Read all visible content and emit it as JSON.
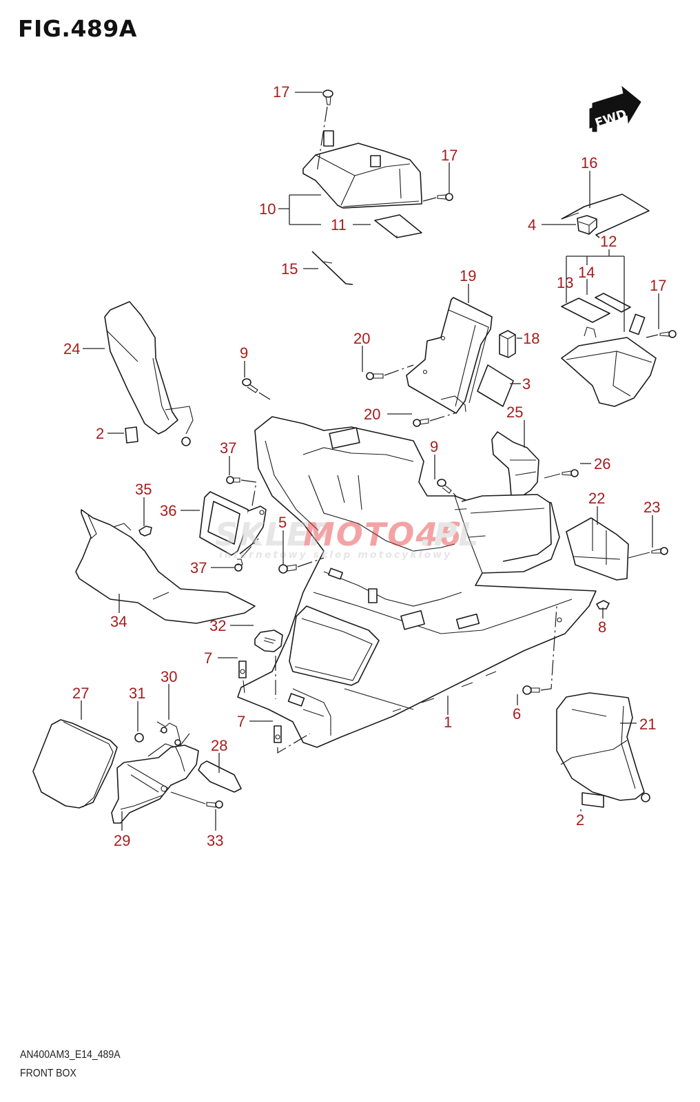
{
  "figure": {
    "title": "FIG.489A",
    "code": "AN400AM3_E14_489A",
    "name": "FRONT BOX"
  },
  "fwd_badge": {
    "label": "FWD",
    "icon": "forward-arrow-icon"
  },
  "watermark": {
    "part1": "SKLEP",
    "part2": "MOTO46",
    "part3": ".PL",
    "tagline": "internetowy sklep motocyklowy",
    "accent_color": "#e8363a"
  },
  "callout_color": "#a61c1c",
  "callouts": [
    {
      "id": "c17a",
      "label": "17"
    },
    {
      "id": "c17b",
      "label": "17"
    },
    {
      "id": "c10",
      "label": "10"
    },
    {
      "id": "c11",
      "label": "11"
    },
    {
      "id": "c15",
      "label": "15"
    },
    {
      "id": "c16",
      "label": "16"
    },
    {
      "id": "c4",
      "label": "4"
    },
    {
      "id": "c12",
      "label": "12"
    },
    {
      "id": "c13",
      "label": "13"
    },
    {
      "id": "c14",
      "label": "14"
    },
    {
      "id": "c17c",
      "label": "17"
    },
    {
      "id": "c19",
      "label": "19"
    },
    {
      "id": "c18",
      "label": "18"
    },
    {
      "id": "c20a",
      "label": "20"
    },
    {
      "id": "c3",
      "label": "3"
    },
    {
      "id": "c20b",
      "label": "20"
    },
    {
      "id": "c24",
      "label": "24"
    },
    {
      "id": "c2a",
      "label": "2"
    },
    {
      "id": "c9a",
      "label": "9"
    },
    {
      "id": "c25",
      "label": "25"
    },
    {
      "id": "c9b",
      "label": "9"
    },
    {
      "id": "c26",
      "label": "26"
    },
    {
      "id": "c37a",
      "label": "37"
    },
    {
      "id": "c35",
      "label": "35"
    },
    {
      "id": "c36",
      "label": "36"
    },
    {
      "id": "c22",
      "label": "22"
    },
    {
      "id": "c23",
      "label": "23"
    },
    {
      "id": "c37b",
      "label": "37"
    },
    {
      "id": "c5",
      "label": "5"
    },
    {
      "id": "c34",
      "label": "34"
    },
    {
      "id": "c32",
      "label": "32"
    },
    {
      "id": "c8",
      "label": "8"
    },
    {
      "id": "c7a",
      "label": "7"
    },
    {
      "id": "c27",
      "label": "27"
    },
    {
      "id": "c31",
      "label": "31"
    },
    {
      "id": "c30",
      "label": "30"
    },
    {
      "id": "c7b",
      "label": "7"
    },
    {
      "id": "c1",
      "label": "1"
    },
    {
      "id": "c6",
      "label": "6"
    },
    {
      "id": "c21",
      "label": "21"
    },
    {
      "id": "c28",
      "label": "28"
    },
    {
      "id": "c29",
      "label": "29"
    },
    {
      "id": "c33",
      "label": "33"
    },
    {
      "id": "c2b",
      "label": "2"
    }
  ]
}
